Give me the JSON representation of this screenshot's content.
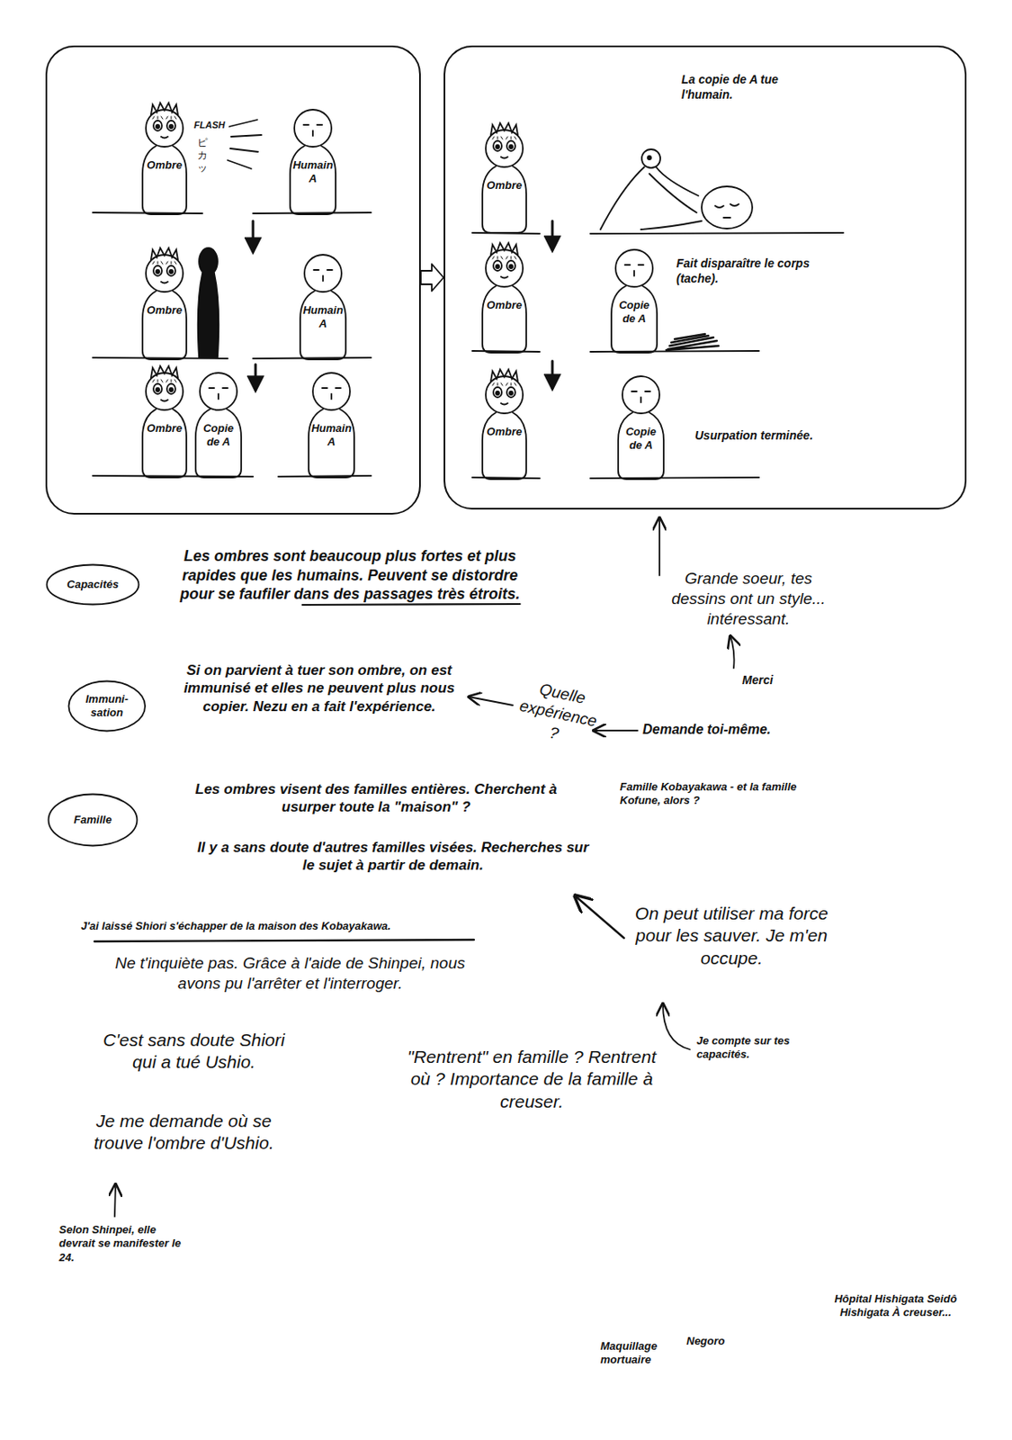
{
  "diagram": {
    "nodes": [
      {
        "text": [
          "FLASH",
          "ピカッ"
        ]
      },
      {
        "text": [
          "Ombre"
        ],
        "in": 0
      },
      {
        "text": [
          "Humain A"
        ],
        "in": 0
      },
      {
        "text": [
          "Ombre"
        ],
        "in": 0
      },
      {
        "text": [
          "Humain A"
        ],
        "in": 0
      },
      {
        "text": [
          "Ombre"
        ],
        "in": 0
      },
      {
        "text": [
          "Copie de A"
        ],
        "in": 0
      },
      {
        "text": [
          "Humain A"
        ],
        "in": 0
      },
      {
        "text": [
          "La copie de A tue l'humain.",
          "Fait disparaître le corps (tache).",
          "Usurpation terminée."
        ]
      },
      {
        "text": [
          "Ombre"
        ],
        "in": 8
      },
      {
        "text": [
          "Ombre"
        ],
        "in": 8
      },
      {
        "text": [
          "Copie de A"
        ],
        "in": 8
      },
      {
        "text": [
          "Ombre"
        ],
        "in": 8
      },
      {
        "text": [
          "Copie de A"
        ],
        "in": 8
      },
      {
        "text": [
          "Capacités"
        ]
      },
      {
        "text": [
          "Immuni- sation"
        ]
      },
      {
        "text": [
          "Famille"
        ]
      }
    ],
    "edges": [
      {
        "from": 0,
        "to": 8,
        "arrow": "to"
      }
    ],
    "labels": [
      "Les ombres sont beaucoup plus fortes et plus rapides que les humains. Peuvent se distordre pour se faufiler dans des passages très étroits.",
      "Grande soeur, tes dessins ont un style... intéressant.",
      "Merci",
      "Si on parvient à tuer son ombre, on est immunisé et elles ne peuvent plus nous copier. Nezu en a fait l'expérience.",
      "Quelle expérience ?",
      "Demande toi-même.",
      "Les ombres visent des familles entières. Cherchent à usurper toute la \"maison\" ?",
      "Famille Kobayakawa - et la famille Kofune, alors ?",
      "Il y a sans doute d'autres familles visées. Recherches sur le sujet à partir de demain.",
      "J'ai laissé Shiori s'échapper de la maison des Kobayakawa.",
      "Ne t'inquiète pas. Grâce à l'aide de Shinpei, nous avons pu l'arrêter et l'interroger.",
      "On peut utiliser ma force pour les sauver. Je m'en occupe.",
      "Je compte sur tes capacités.",
      "C'est sans doute Shiori qui a tué Ushio.",
      "Je me demande où se trouve l'ombre d'Ushio.",
      "Selon Shinpei, elle devrait se manifester le 24.",
      "\"Rentrent\" en famille ? Rentrent où ? Importance de la famille à creuser.",
      "Maquillage mortuaire",
      "Negoro",
      "Hôpital Hishigata Seidô Hishigata À creuser..."
    ]
  }
}
